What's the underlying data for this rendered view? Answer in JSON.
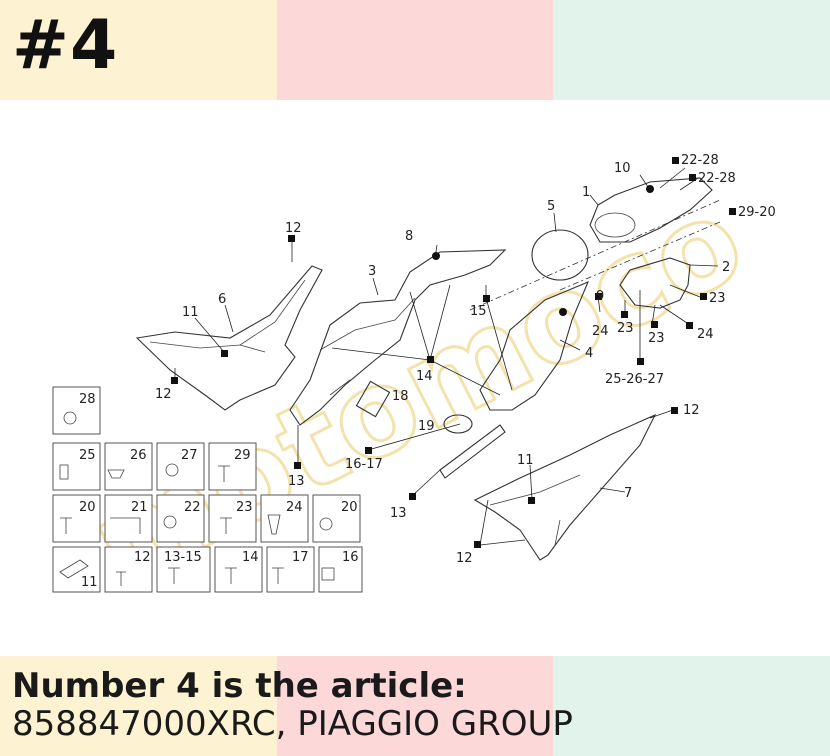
{
  "header": {
    "title": "#4",
    "band_colors": [
      "#fdf3d2",
      "#fcd8d8",
      "#e2f3ec"
    ]
  },
  "footer": {
    "line1": "Number 4 is the article:",
    "line2": "858847000XRC, PIAGGIO GROUP",
    "band_colors": [
      "#fdf3d2",
      "#fcd8d8",
      "#e2f3ec"
    ]
  },
  "diagram": {
    "watermark": "motomoco",
    "callouts": {
      "c1": "1",
      "c2": "2",
      "c3": "3",
      "c4": "4",
      "c5": "5",
      "c6": "6",
      "c7": "7",
      "c8": "8",
      "c9": "9",
      "c10": "10",
      "c11a": "11",
      "c11b": "11",
      "c12a": "12",
      "c12b": "12",
      "c12c": "12",
      "c12d": "12",
      "c13a": "13",
      "c13b": "13",
      "c14": "14",
      "c15": "15",
      "c1617": "16-17",
      "c18": "18",
      "c19": "19",
      "c2228a": "22-28",
      "c2228b": "22-28",
      "c2920": "29-20",
      "c23a": "23",
      "c23b": "23",
      "c23c": "23",
      "c24a": "24",
      "c24b": "24",
      "c252627": "25-26-27"
    },
    "hardware_boxes": [
      "28",
      "25",
      "26",
      "27",
      "29",
      "20",
      "21",
      "22",
      "23",
      "24",
      "20",
      "11",
      "12",
      "13-15",
      "14",
      "17",
      "16"
    ]
  }
}
